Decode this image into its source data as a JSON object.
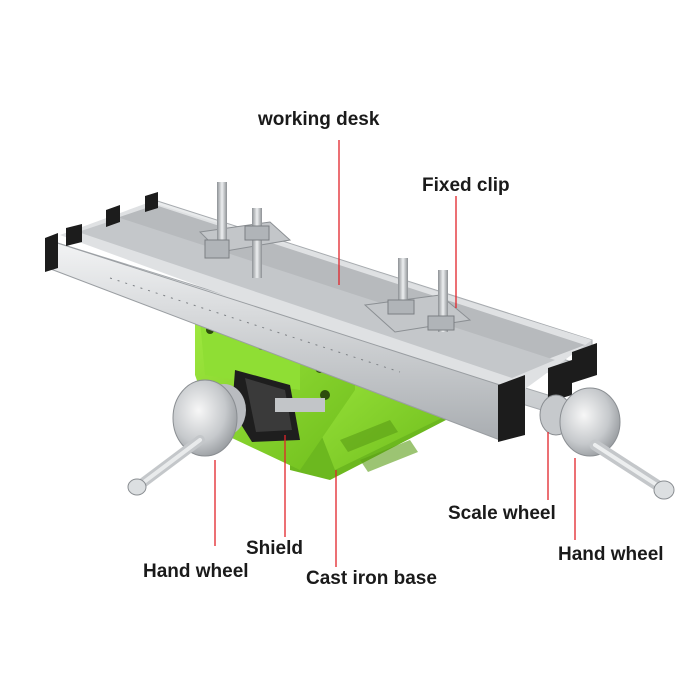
{
  "labels": {
    "working_desk": "working desk",
    "fixed_clip": "Fixed clip",
    "scale_wheel": "Scale wheel",
    "hand_wheel_right": "Hand wheel",
    "shield": "Shield",
    "hand_wheel_left": "Hand wheel",
    "cast_iron_base": "Cast iron base"
  },
  "colors": {
    "leader_line": "#e2232a",
    "base_green": "#86d62a",
    "table_aluminum": "#d6d8da",
    "label_text": "#1a1a1a"
  }
}
